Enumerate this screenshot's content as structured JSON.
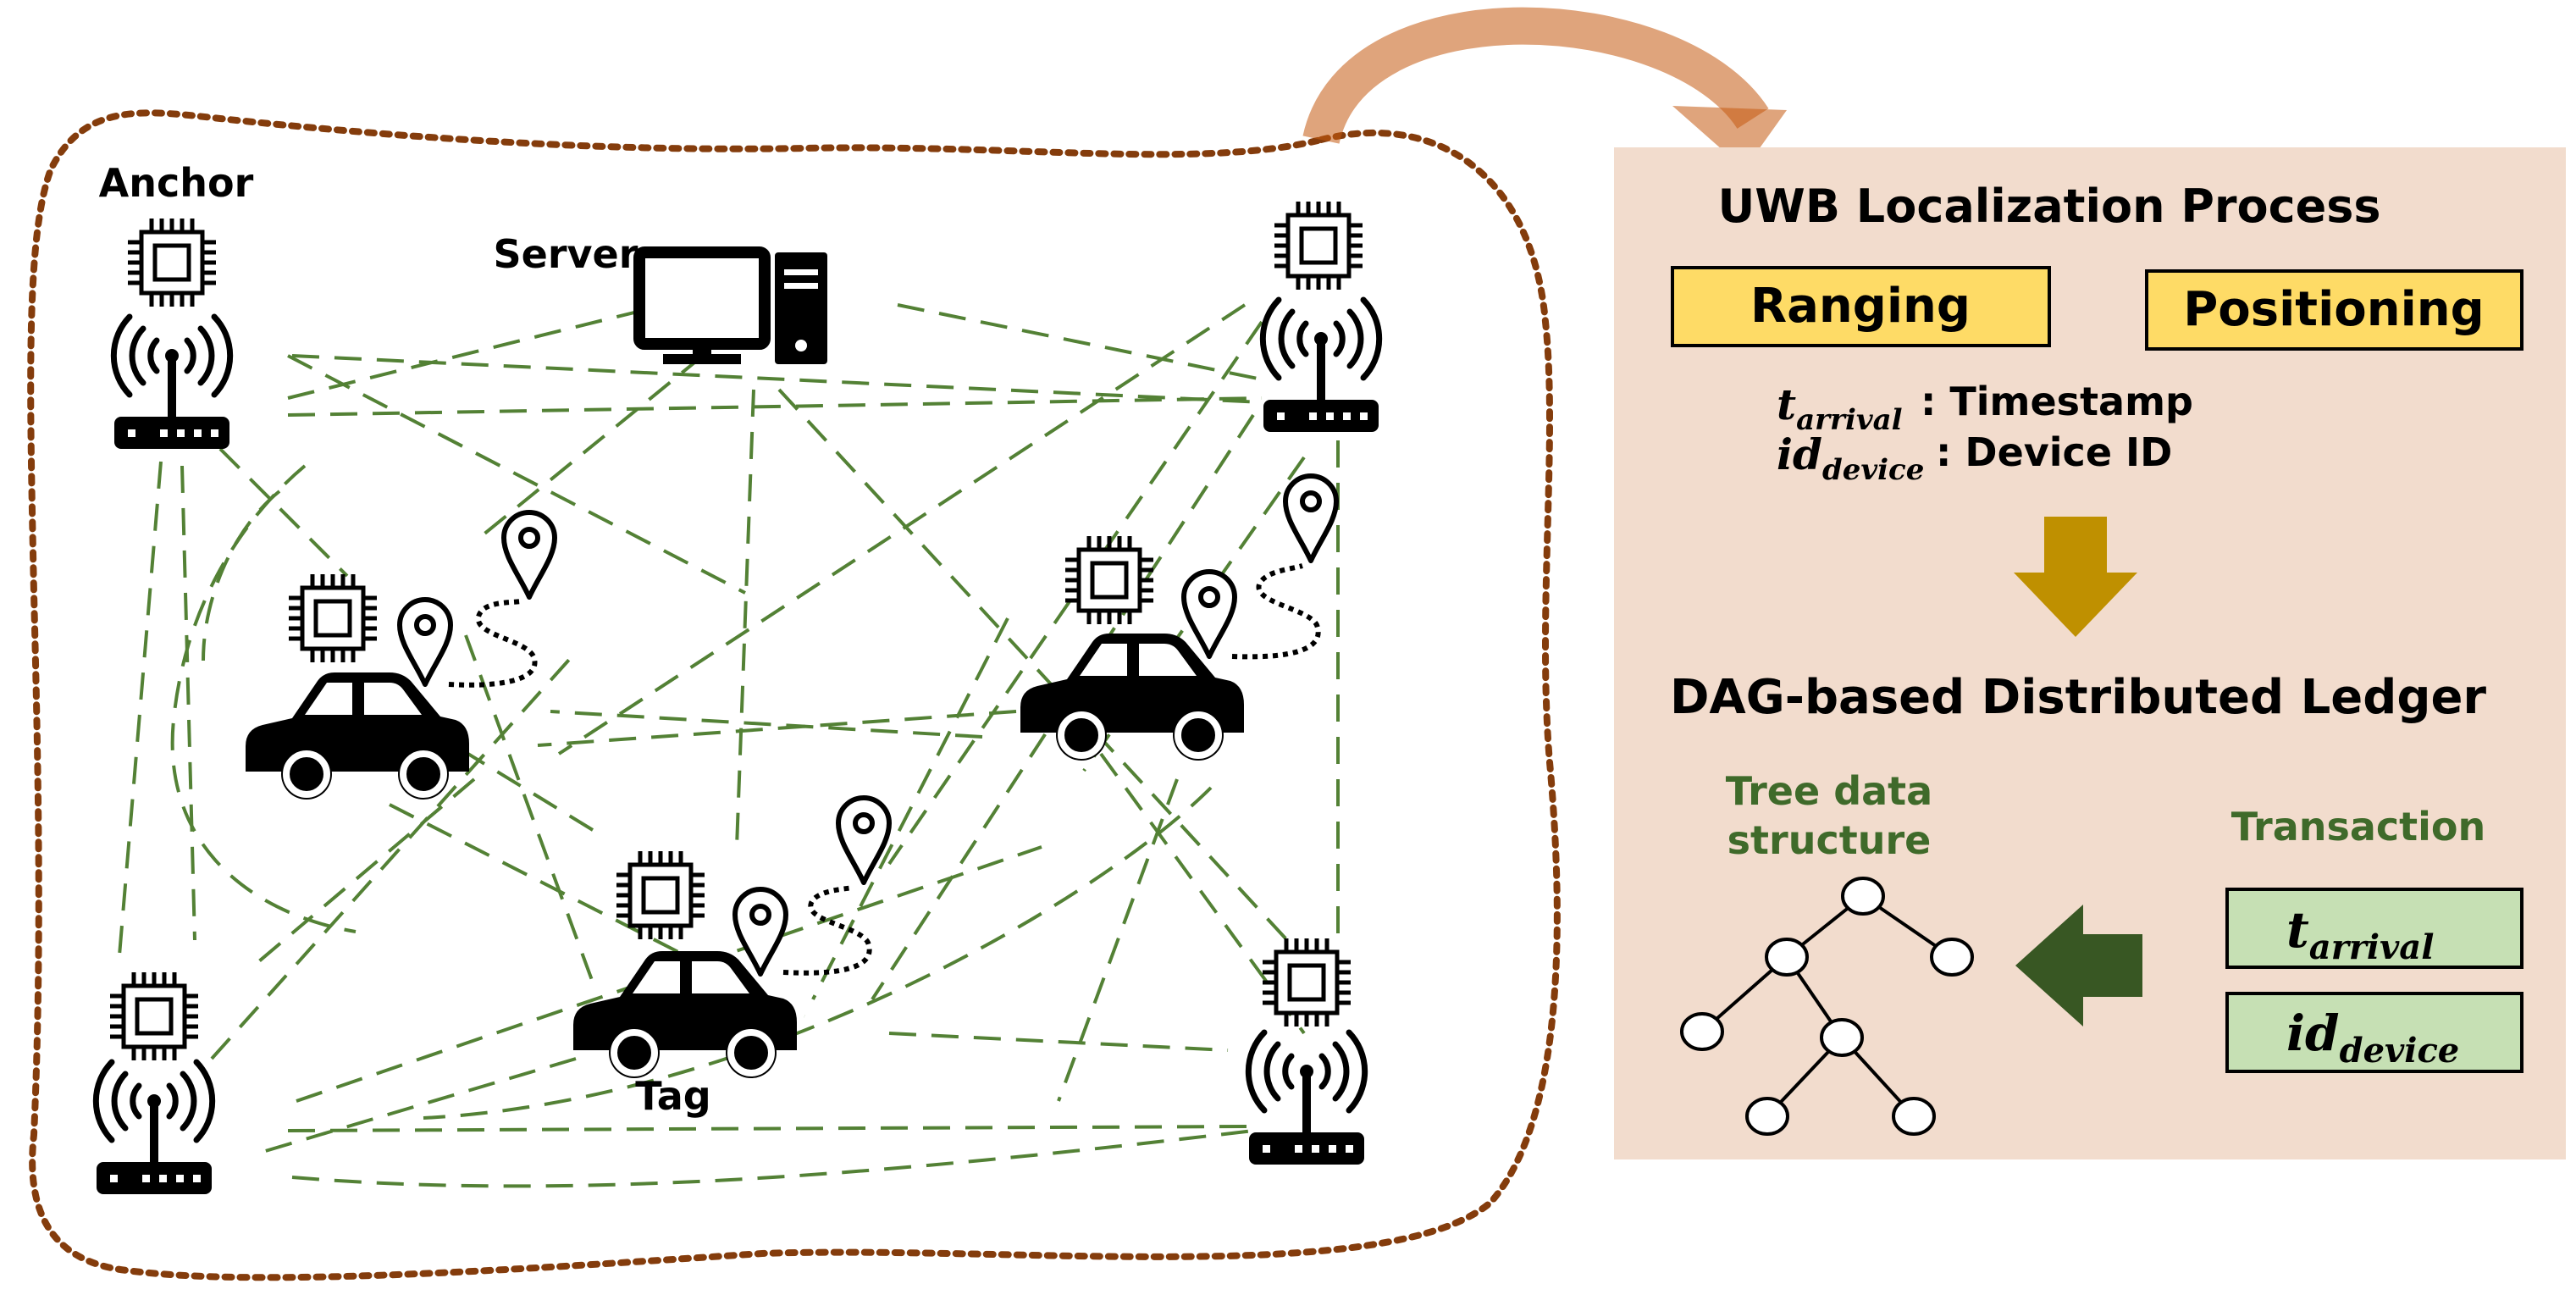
{
  "network": {
    "anchor_label": "Anchor",
    "server_label": "Server",
    "tag_label": "Tag"
  },
  "panel": {
    "title": "UWB Localization Process",
    "ranging_label": "Ranging",
    "positioning_label": "Positioning",
    "timestamp_var": "t",
    "timestamp_sub": "arrival",
    "timestamp_desc": ": Timestamp",
    "device_var": "id",
    "device_sub": "device",
    "device_desc": ": Device ID",
    "ledger_title": "DAG-based Distributed Ledger",
    "tree_label_line1": "Tree data",
    "tree_label_line2": "structure",
    "transaction_label": "Transaction"
  },
  "colors": {
    "panel_bg": "#f2dccd",
    "box_yellow": "#fedb66",
    "box_green": "#c6e0b4",
    "link_green": "#538135",
    "dotted_border": "#843c0c",
    "arrow_gold": "#bf9000",
    "arrow_darkgreen": "#385723",
    "curve_arrow": "#c55a11"
  }
}
